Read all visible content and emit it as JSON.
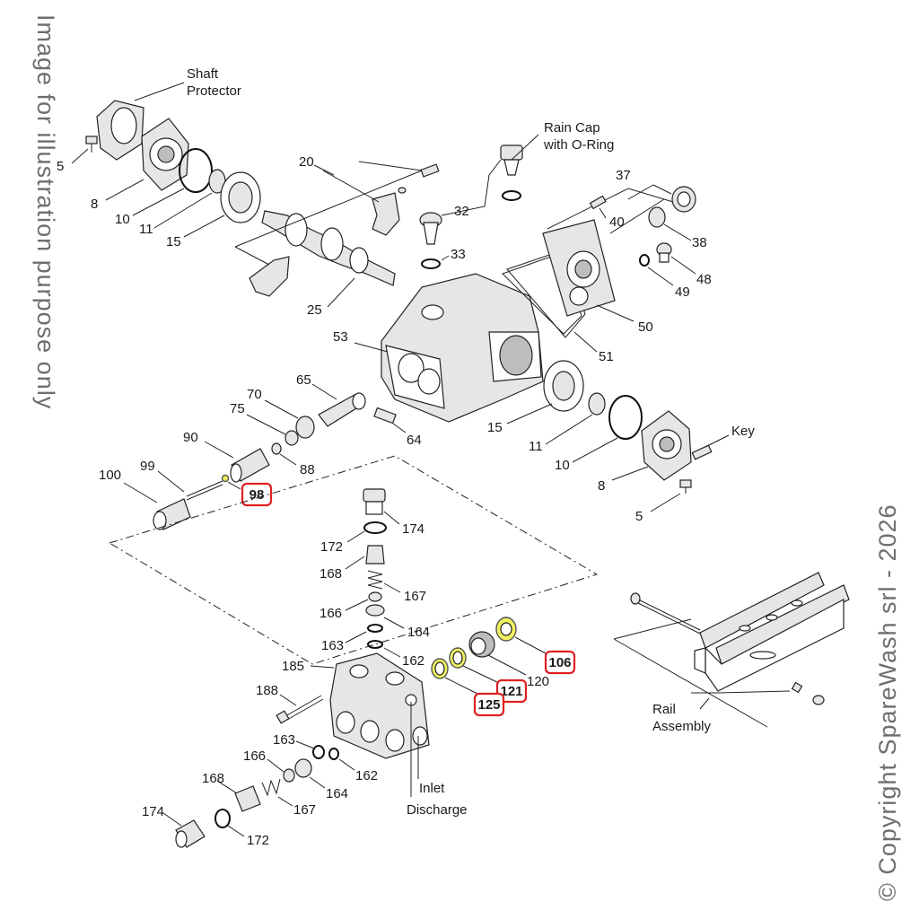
{
  "watermark_left": "Image for illustration purpose only",
  "watermark_right": "© Copyright SpareWash srl - 2026",
  "labels": {
    "shaft_protector_1": "Shaft",
    "shaft_protector_2": "Protector",
    "rain_cap_1": "Rain Cap",
    "rain_cap_2": "with O-Ring",
    "key": "Key",
    "rail_1": "Rail",
    "rail_2": "Assembly",
    "inlet": "Inlet",
    "discharge": "Discharge"
  },
  "numbers": {
    "n5a": "5",
    "n8a": "8",
    "n10a": "10",
    "n11a": "11",
    "n15a": "15",
    "n20": "20",
    "n25": "25",
    "n32": "32",
    "n33": "33",
    "n37": "37",
    "n38": "38",
    "n40": "40",
    "n48": "48",
    "n49": "49",
    "n50": "50",
    "n51": "51",
    "n53": "53",
    "n64": "64",
    "n65": "65",
    "n70": "70",
    "n75": "75",
    "n88": "88",
    "n90": "90",
    "n99": "99",
    "n100": "100",
    "n15b": "15",
    "n11b": "11",
    "n10b": "10",
    "n8b": "8",
    "n5b": "5",
    "n174a": "174",
    "n172a": "172",
    "n168a": "168",
    "n167a": "167",
    "n166a": "166",
    "n164a": "164",
    "n163a": "163",
    "n162a": "162",
    "n185": "185",
    "n188": "188",
    "n120": "120",
    "n163b": "163",
    "n166b": "166",
    "n162b": "162",
    "n168b": "168",
    "n164b": "164",
    "n167b": "167",
    "n174b": "174",
    "n172b": "172"
  },
  "highlighted_parts": [
    "98",
    "106",
    "121",
    "125"
  ],
  "colors": {
    "highlight_box": "#e02020",
    "highlight_ring": "#f0f060",
    "line": "#222222",
    "watermark": "#6e6e6e"
  }
}
